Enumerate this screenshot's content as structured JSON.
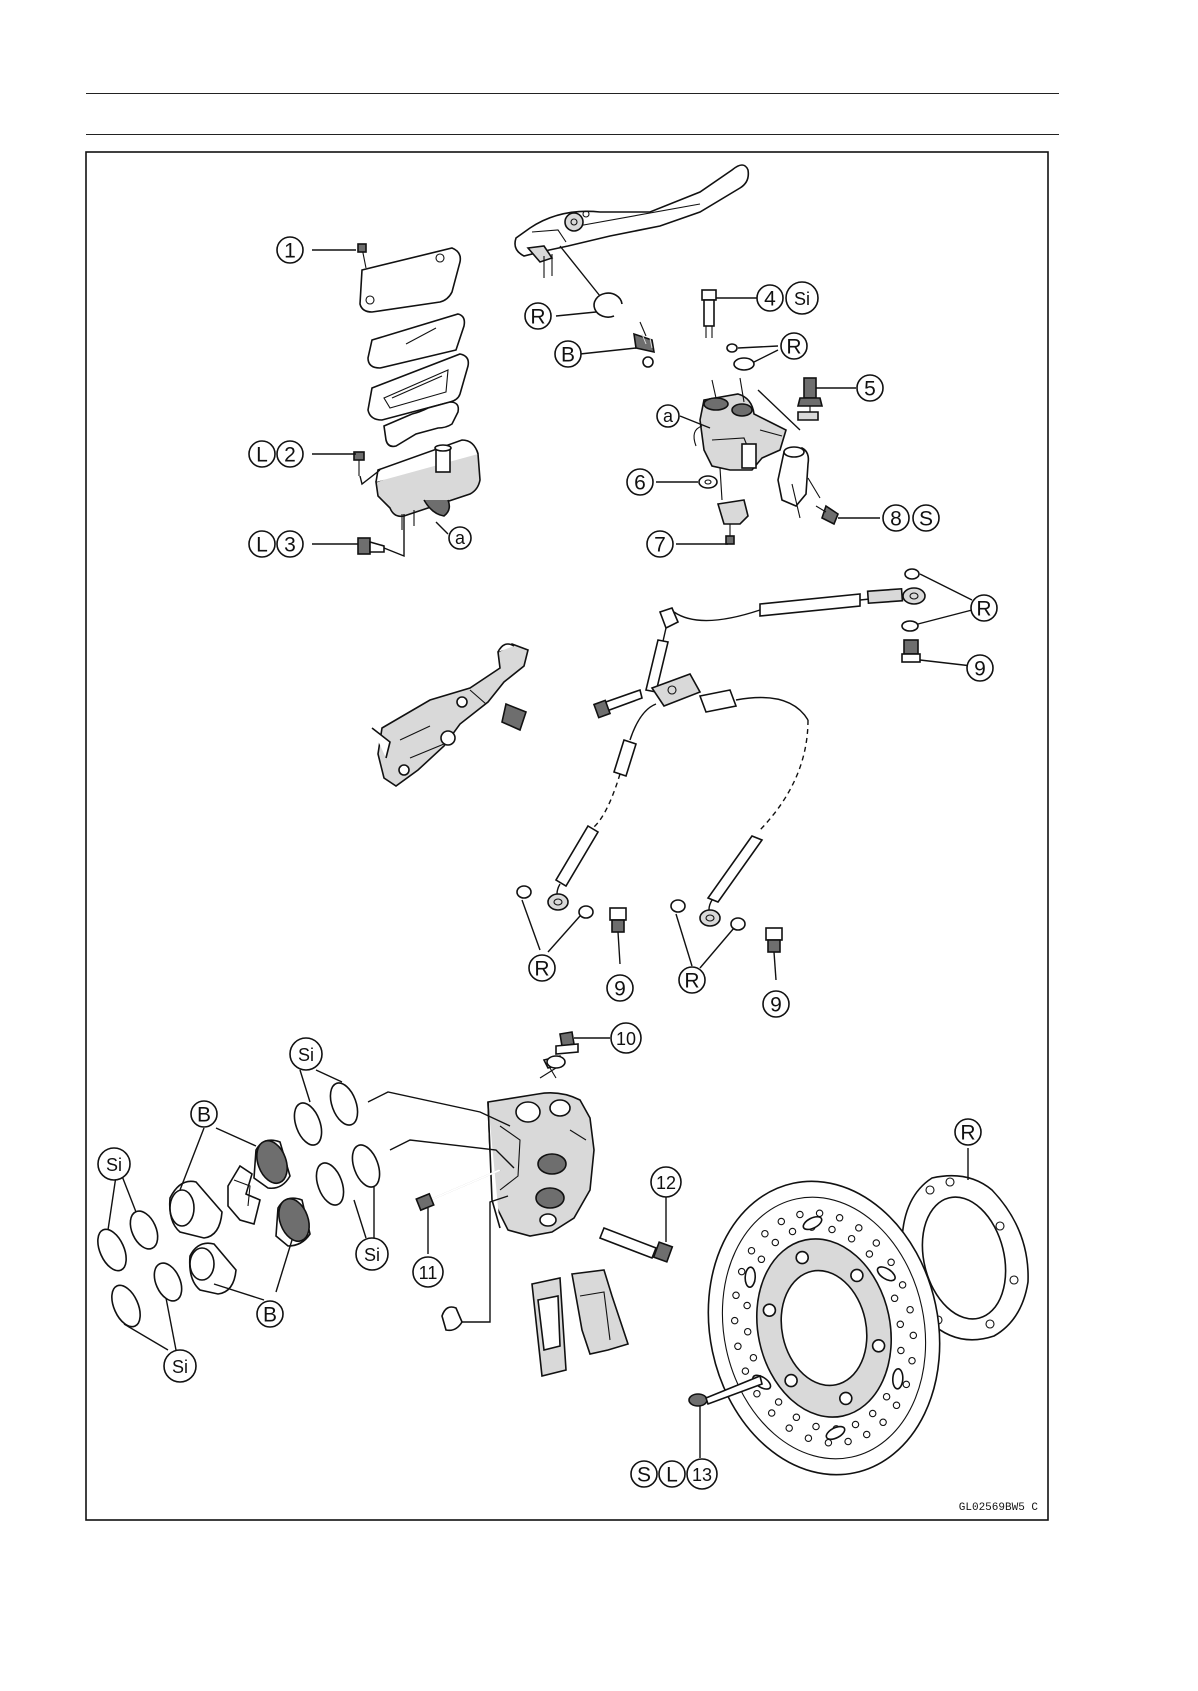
{
  "figure": {
    "code": "GL02569BW5 C",
    "callouts": [
      {
        "key": "c1",
        "parts": [
          "1"
        ]
      },
      {
        "key": "c2",
        "parts": [
          "L",
          "2"
        ]
      },
      {
        "key": "c3",
        "parts": [
          "L",
          "3"
        ]
      },
      {
        "key": "c4",
        "parts": [
          "4",
          "Si"
        ]
      },
      {
        "key": "c5",
        "parts": [
          "5"
        ]
      },
      {
        "key": "c6",
        "parts": [
          "6"
        ]
      },
      {
        "key": "c7",
        "parts": [
          "7"
        ]
      },
      {
        "key": "c8",
        "parts": [
          "8",
          "S"
        ]
      },
      {
        "key": "c9a",
        "parts": [
          "9"
        ]
      },
      {
        "key": "c9b",
        "parts": [
          "9"
        ]
      },
      {
        "key": "c9c",
        "parts": [
          "9"
        ]
      },
      {
        "key": "c10",
        "parts": [
          "10"
        ]
      },
      {
        "key": "c11",
        "parts": [
          "11"
        ]
      },
      {
        "key": "c12",
        "parts": [
          "12"
        ]
      },
      {
        "key": "c13",
        "parts": [
          "S",
          "L",
          "13"
        ]
      },
      {
        "key": "cR1",
        "parts": [
          "R"
        ]
      },
      {
        "key": "cR2",
        "parts": [
          "R"
        ]
      },
      {
        "key": "cR3",
        "parts": [
          "R"
        ]
      },
      {
        "key": "cR4",
        "parts": [
          "R"
        ]
      },
      {
        "key": "cR5",
        "parts": [
          "R"
        ]
      },
      {
        "key": "cR6",
        "parts": [
          "R"
        ]
      },
      {
        "key": "cB1",
        "parts": [
          "B"
        ]
      },
      {
        "key": "cB2",
        "parts": [
          "B"
        ]
      },
      {
        "key": "cB3",
        "parts": [
          "B"
        ]
      },
      {
        "key": "cSi1",
        "parts": [
          "Si"
        ]
      },
      {
        "key": "cSi2",
        "parts": [
          "Si"
        ]
      },
      {
        "key": "cSi3",
        "parts": [
          "Si"
        ]
      },
      {
        "key": "cSi4",
        "parts": [
          "Si"
        ]
      },
      {
        "key": "ca1",
        "parts": [
          "a"
        ]
      },
      {
        "key": "ca2",
        "parts": [
          "a"
        ]
      }
    ]
  }
}
